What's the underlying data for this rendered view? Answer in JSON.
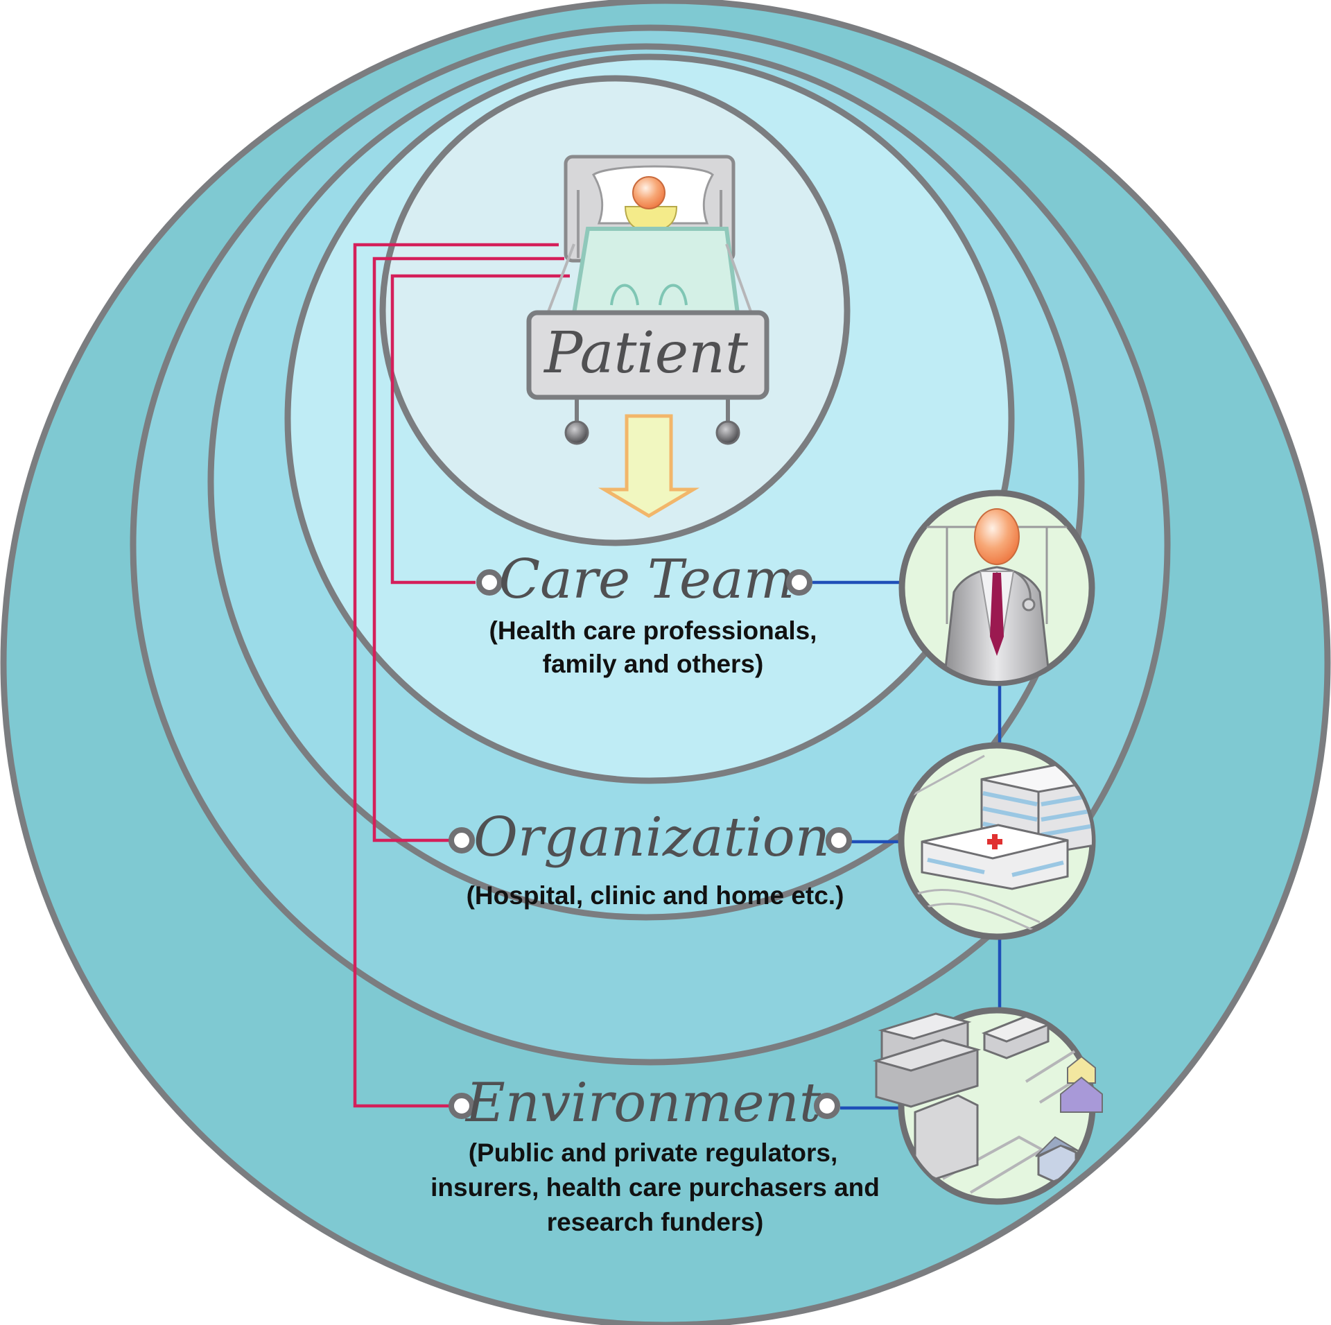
{
  "levels": [
    {
      "id": "patient",
      "title": "Patient",
      "description_lines": []
    },
    {
      "id": "care-team",
      "title": "Care Team",
      "description_lines": [
        "(Health care professionals,",
        "family and others)"
      ]
    },
    {
      "id": "organization",
      "title": "Organization",
      "description_lines": [
        "(Hospital, clinic and home etc.)"
      ]
    },
    {
      "id": "environment",
      "title": "Environment",
      "description_lines": [
        "(Public and private regulators,",
        "insurers, health care purchasers and",
        "research funders)"
      ]
    }
  ],
  "icons": {
    "patient": "patient-in-bed-icon",
    "care_team": "doctor-icon",
    "organization": "hospital-building-icon",
    "environment": "city-neighborhood-icon",
    "flow_arrow": "down-arrow-icon"
  },
  "colors": {
    "outer_ring": "#7fc9d2",
    "ring_3": "#8ed2de",
    "ring_2": "#9bdbe8",
    "ring_1": "#bfecf5",
    "core": "#d8eef3",
    "ring_stroke": "#7b7d80",
    "pink_connector": "#d41f5a",
    "blue_connector": "#1f4fb8",
    "icon_circle_fill": "#e4f6df",
    "arrow_fill": "#f1f7c0",
    "arrow_stroke": "#f2b66a"
  }
}
